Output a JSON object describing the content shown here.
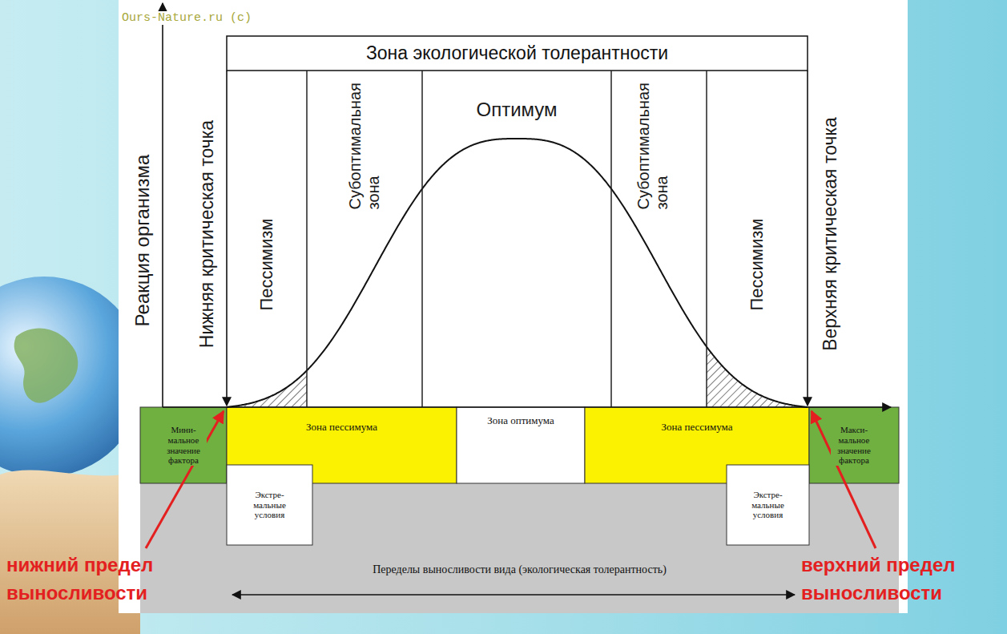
{
  "diagram": {
    "nodes": [
      {
        "text": [
          "Зона экологической толерантности"
        ]
      },
      {
        "text": [
          "Мини-мальное значение фактора"
        ]
      },
      {
        "text": [
          "Зона пессимума"
        ]
      },
      {
        "text": [
          "Зона оптимума"
        ]
      },
      {
        "text": [
          "Зона пессимума"
        ]
      },
      {
        "text": [
          "Макси-мальное значение фактора"
        ]
      },
      {
        "text": [
          "Экстре-мальные условия"
        ]
      },
      {
        "text": [
          "Экстре-мальные условия"
        ]
      },
      {
        "text": [
          "Переделы выносливости вида (экологическая толерантность)"
        ]
      }
    ],
    "labels": [
      "Ours-Nature.ru (c)",
      "Реакция организма",
      "Нижняя критическая точка",
      "Пессимизм",
      "Субоптимальная зона",
      "Оптимум",
      "Субоптимальная зона",
      "Пессимизм",
      "Верхняя критическая точка",
      "нижний предел выносливости",
      "верхний предел выносливости"
    ]
  }
}
